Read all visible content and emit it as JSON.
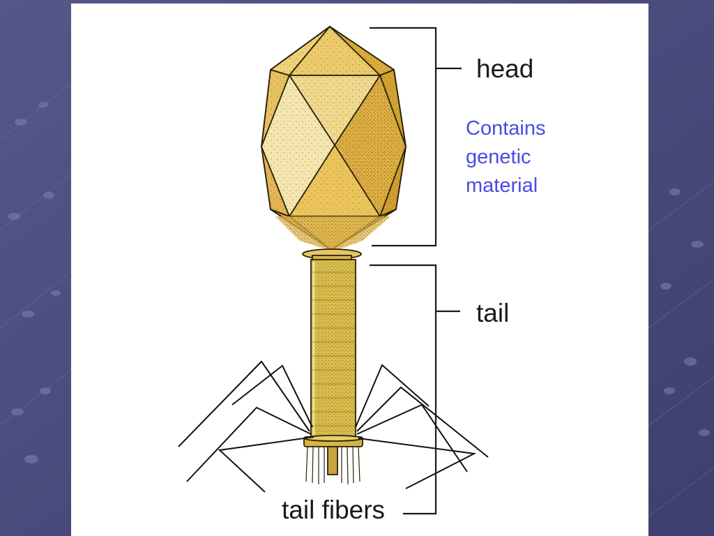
{
  "colors": {
    "slide_background": "#4d4e80",
    "panel": "#ffffff",
    "annotation": "#4a4ae6",
    "capsid_light": "#f2dc8e",
    "capsid_mid": "#e9c65e",
    "capsid_dark": "#d9a938",
    "tail": "#dcc04e",
    "lines": "#1a1a1a"
  },
  "labels": {
    "head": "head",
    "tail": "tail",
    "tail_fibers": "tail fibers"
  },
  "annotation": {
    "lines": [
      "Contains",
      "genetic",
      "material"
    ]
  },
  "icons": {
    "phage": "bacteriophage-illustration",
    "brackets": "bracket-lines"
  }
}
